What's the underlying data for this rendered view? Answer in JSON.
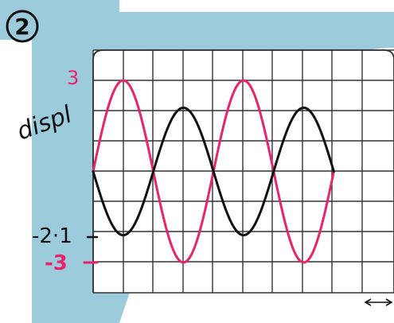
{
  "page": {
    "step_number": "2",
    "axis_label": "displ",
    "label_plus3": "3",
    "label_minus21": "-2·1",
    "label_minus3": "-3"
  },
  "colors": {
    "background": "#ffffff",
    "panel": "#9ccbdb",
    "grid": "#333333",
    "wave_pink": "#e8246c",
    "wave_black": "#111111",
    "handwriting": "#111111"
  },
  "chart_data": {
    "type": "line",
    "title": "",
    "xlabel": "",
    "ylabel": "displ",
    "grid": true,
    "xlim": [
      0,
      10
    ],
    "ylim": [
      -4,
      4
    ],
    "series": [
      {
        "color": "#e8246c",
        "amplitude": 3,
        "period": 4,
        "phase": 0,
        "x_start": 0,
        "x_end": 8
      },
      {
        "color": "#111111",
        "amplitude": 2.1,
        "period": 4,
        "phase": 2,
        "x_start": 0,
        "x_end": 8
      }
    ]
  }
}
